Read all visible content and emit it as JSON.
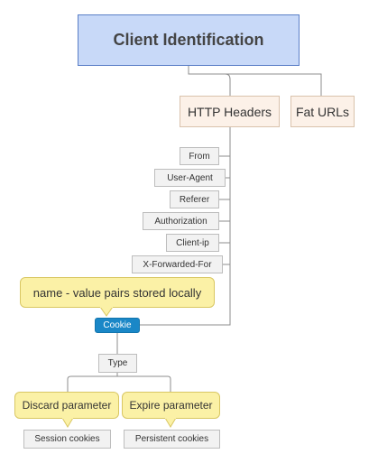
{
  "root": {
    "label": "Client Identification"
  },
  "branches": {
    "http_headers": {
      "label": "HTTP Headers"
    },
    "fat_urls": {
      "label": "Fat URLs"
    }
  },
  "headers": [
    "From",
    "User-Agent",
    "Referer",
    "Authorization",
    "Client-ip",
    "X-Forwarded-For"
  ],
  "cookie": {
    "label": "Cookie",
    "note": "name - value pairs stored locally",
    "type_label": "Type",
    "types": [
      {
        "note": "Discard parameter",
        "label": "Session cookies"
      },
      {
        "note": "Expire parameter",
        "label": "Persistent cookies"
      }
    ]
  },
  "colors": {
    "root_fill": "#c8d9f8",
    "branch_fill": "#fcf1e8",
    "cookie_fill": "#1a87c7",
    "callout_fill": "#fbf1a6",
    "line": "#8c8c8c"
  }
}
